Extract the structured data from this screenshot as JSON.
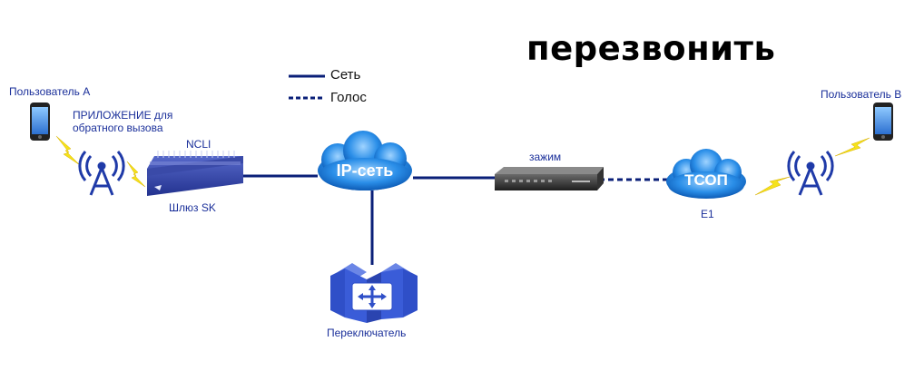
{
  "title": "перезвонить",
  "legend": {
    "network": "Сеть",
    "voice": "Голос"
  },
  "labels": {
    "user_a": "Пользователь A",
    "user_b": "Пользователь B",
    "app_line1": "ПРИЛОЖЕНИЕ для",
    "app_line2": "обратного вызова",
    "ncli": "NCLI",
    "gateway": "Шлюз SK",
    "ip_net": "IP-сеть",
    "clamp": "зажим",
    "pstn": "ТСОП",
    "e1": "E1",
    "switch": "Переключатель"
  },
  "colors": {
    "line": "#0a1f78",
    "label": "#1a2f9a",
    "cloud": "#1e88e5",
    "lightning": "#f5e21a",
    "switch": "#2f4fc8"
  }
}
